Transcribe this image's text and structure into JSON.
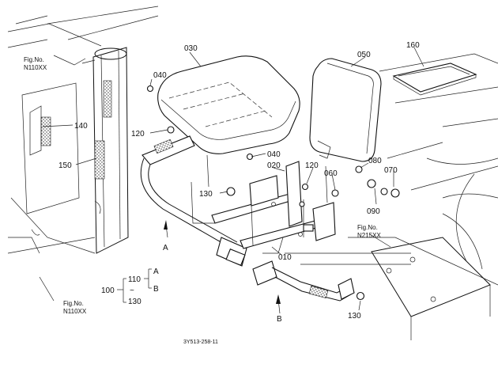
{
  "figure": {
    "part_numbers": {
      "p030": "030",
      "p040a": "040",
      "p040b": "040",
      "p050": "050",
      "p160": "160",
      "p120a": "120",
      "p120b": "120",
      "p140": "140",
      "p150": "150",
      "p020": "020",
      "p060": "060",
      "p080": "080",
      "p070": "070",
      "p090": "090",
      "p130a": "130",
      "p130b": "130",
      "p010": "010"
    },
    "callouts": {
      "A": "A",
      "B": "B"
    },
    "fig_refs": [
      {
        "line1": "Fig.No.",
        "line2": "N110XX"
      },
      {
        "line1": "Fig.No.",
        "line2": "N215XX"
      },
      {
        "line1": "Fig.No.",
        "line2": "N110XX"
      }
    ],
    "range_legend": {
      "main": "100",
      "top": "110",
      "tilde": "~",
      "bottom": "130",
      "letter_a": "A",
      "letter_b": "B"
    },
    "drawing_code": "3Y513-258-11"
  }
}
